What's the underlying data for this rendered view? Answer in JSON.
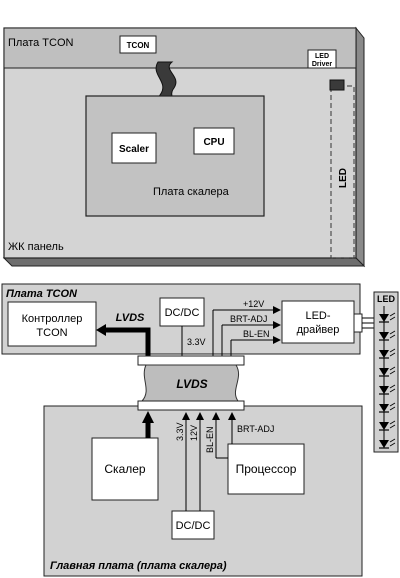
{
  "top": {
    "tcon_board": "Плата TCON",
    "tcon_chip": "TCON",
    "led_driver_line1": "LED",
    "led_driver_line2": "Driver",
    "scaler_chip": "Scaler",
    "cpu_chip": "CPU",
    "scaler_board": "Плата скалера",
    "led_strip": "LED",
    "lcd_panel": "ЖК панель"
  },
  "bottom": {
    "tcon_board": "Плата TCON",
    "tcon_controller_line1": "Контроллер",
    "tcon_controller_line2": "TCON",
    "lvds_arrow": "LVDS",
    "dcdc_top": "DC/DC",
    "v33_top": "3.3V",
    "led_driver_line1": "LED-",
    "led_driver_line2": "драйвер",
    "sig_12v": "+12V",
    "sig_brtadj": "BRT-ADJ",
    "sig_blen": "BL-EN",
    "lvds_cable": "LVDS",
    "led_column": "LED",
    "bus_33v": "3.3V",
    "bus_12v": "12V",
    "bus_blen": "BL-EN",
    "bus_brtadj": "BRT-ADJ",
    "scaler": "Скалер",
    "processor": "Процессор",
    "dcdc_bottom": "DC/DC",
    "main_board": "Главная плата (плата скалера)"
  }
}
